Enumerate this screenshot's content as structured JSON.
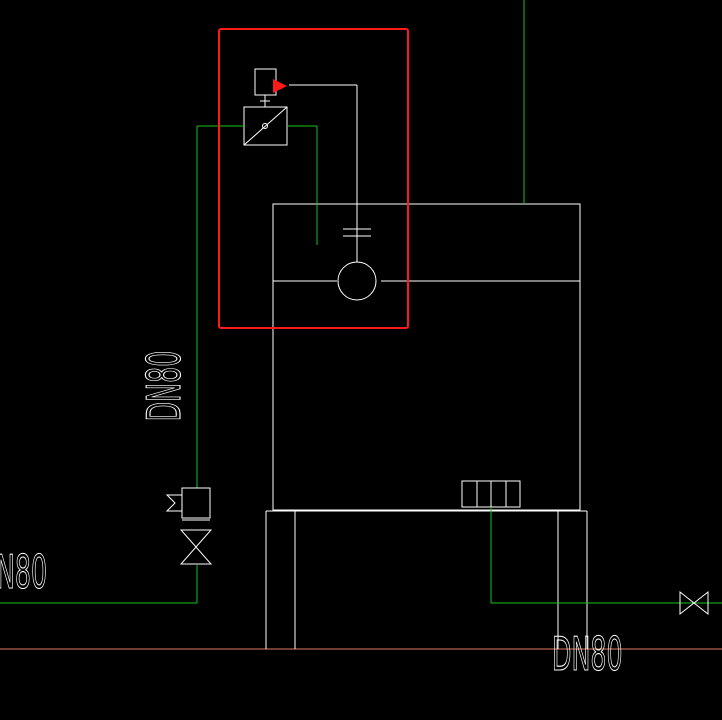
{
  "colors": {
    "background": "#000000",
    "equipment": "#ffffff",
    "pipe": "#19c219",
    "highlight": "#ff1a1a",
    "floor": "#e07a5c"
  },
  "labels": {
    "pipe_left_vertical": "DN80",
    "pipe_left_bottom": "N80",
    "pipe_right_bottom": "DN80"
  },
  "icons": [
    "control-valve-icon",
    "red-flag-marker-icon",
    "check-valve-icon",
    "gate-valve-icon",
    "pump-circle-icon",
    "orifice-icon",
    "heater-grid-icon"
  ]
}
